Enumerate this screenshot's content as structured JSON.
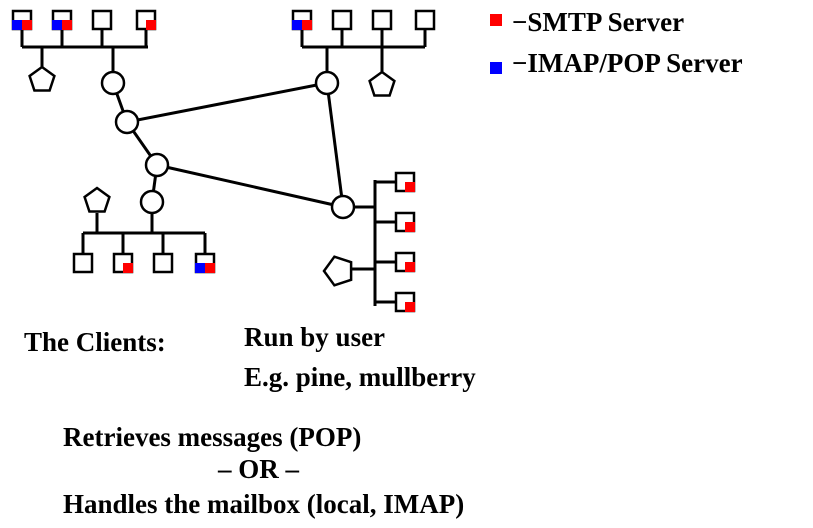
{
  "legend": {
    "smtp": {
      "label": "−SMTP Server",
      "color": "#ff0000"
    },
    "imap": {
      "label": "−IMAP/POP Server",
      "color": "#0000ff"
    }
  },
  "clients": {
    "heading": "The Clients:",
    "line1": "Run by user",
    "line2": "E.g. pine, mullberry"
  },
  "modes": {
    "retrieve": "Retrieves messages (POP)",
    "or": "– OR –",
    "handle": "Handles the mailbox (local, IMAP)"
  },
  "colors": {
    "line": "#000000",
    "background": "#ffffff"
  },
  "icons": [
    "host-square-icon",
    "router-circle-icon",
    "pentagon-node-icon"
  ]
}
